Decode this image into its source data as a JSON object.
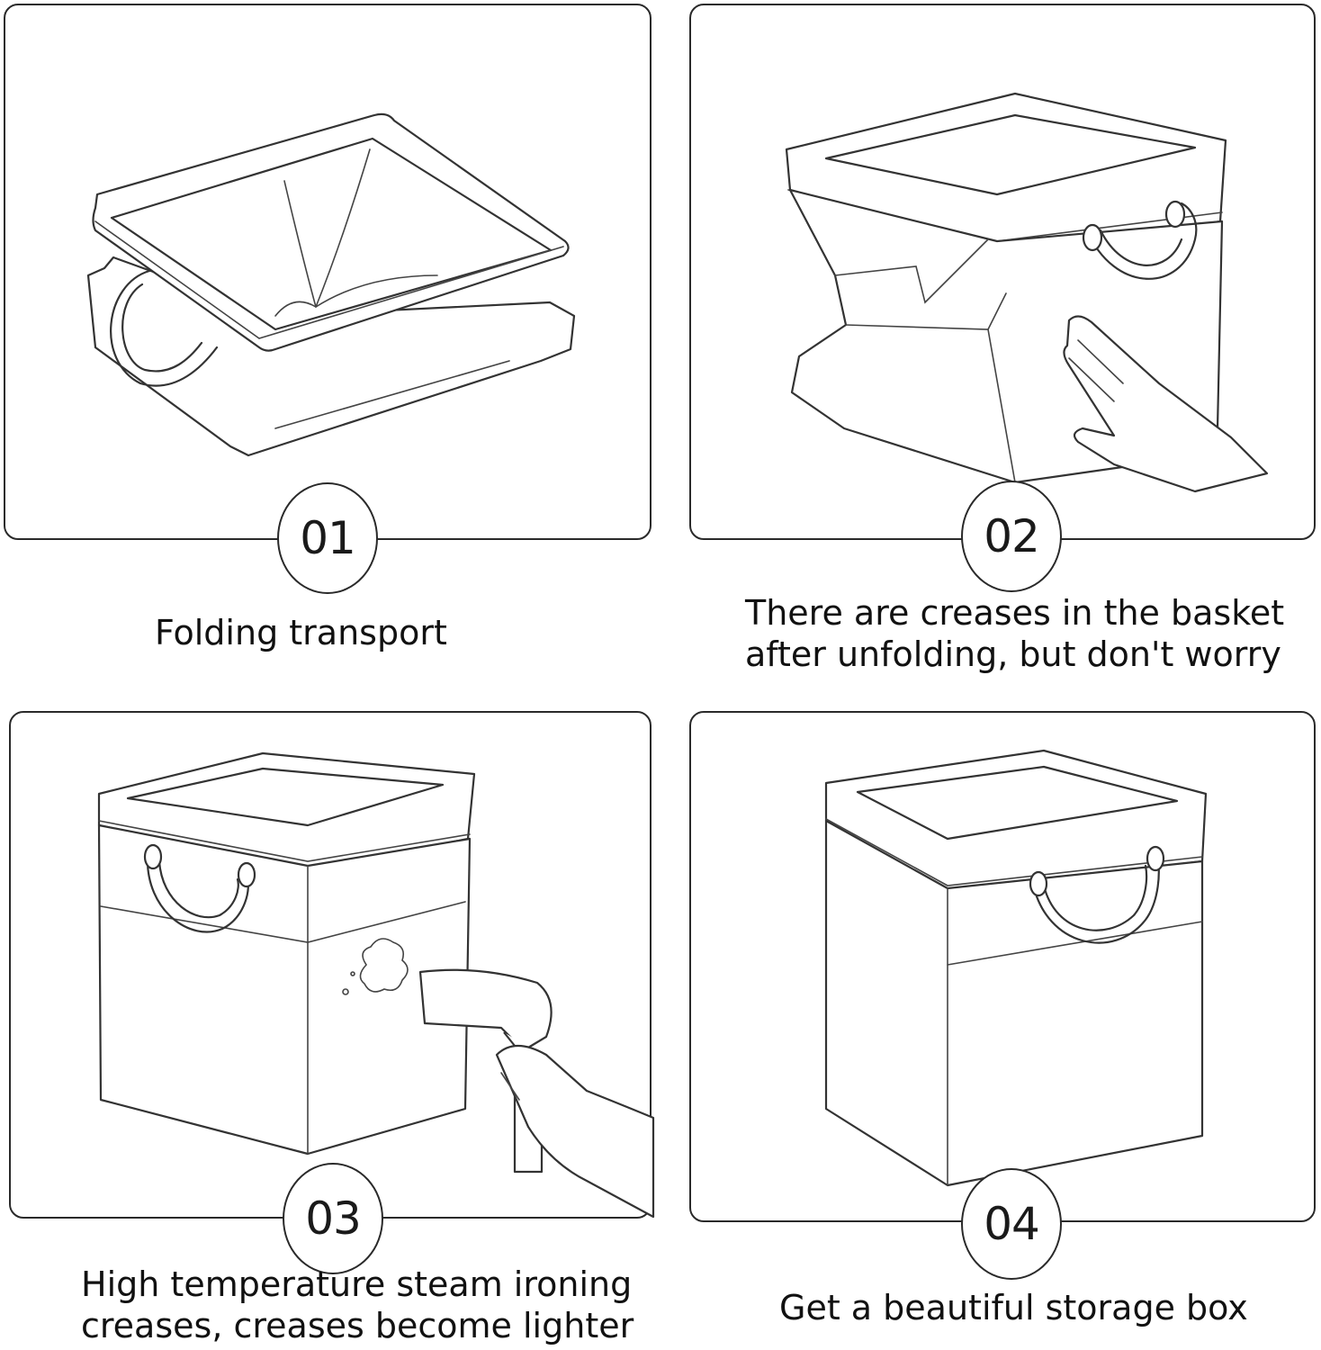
{
  "steps": [
    {
      "number": "01",
      "caption": "Folding transport"
    },
    {
      "number": "02",
      "caption": "There are creases in the basket\nafter unfolding, but don't worry"
    },
    {
      "number": "03",
      "caption": "High temperature steam ironing\ncreases, creases become lighter"
    },
    {
      "number": "04",
      "caption": "Get a beautiful storage box"
    }
  ],
  "illustrations": {
    "step1": "folded-basket-illustration",
    "step2": "creased-basket-with-hand-illustration",
    "step3": "steamer-ironing-basket-illustration",
    "step4": "finished-storage-box-illustration"
  },
  "colors": {
    "line": "#333333",
    "background": "#ffffff"
  }
}
